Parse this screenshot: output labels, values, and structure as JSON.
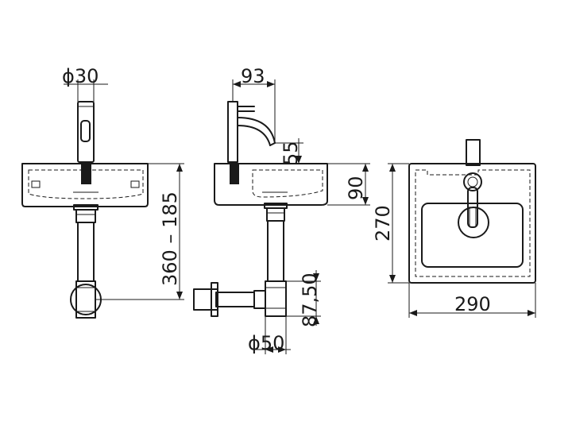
{
  "dimensions": {
    "front_tap_diameter": "ϕ30",
    "side_spout_reach": "93",
    "side_spout_height": "55",
    "side_basin_height": "90",
    "front_mount_height": "360 – 185",
    "trap_height": "87,50",
    "trap_diameter": "ϕ50",
    "top_depth": "270",
    "top_width": "290"
  }
}
